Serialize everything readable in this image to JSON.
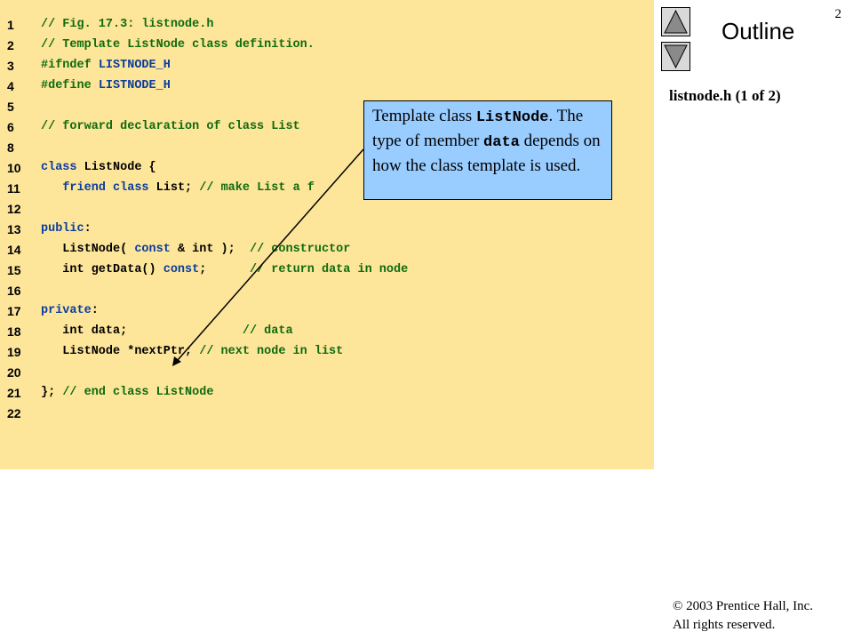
{
  "slide": {
    "number": "2",
    "outline_label": "Outline",
    "file_label": "listnode.h (1 of 2)",
    "copyright_line1": "© 2003 Prentice Hall, Inc.",
    "copyright_line2": "All rights reserved."
  },
  "code": {
    "lines": [
      {
        "n": "1",
        "segments": [
          {
            "t": "// Fig. 17.3: listnode.h",
            "c": "cm"
          }
        ]
      },
      {
        "n": "2",
        "segments": [
          {
            "t": "// Template ListNode class definition.",
            "c": "cm"
          }
        ]
      },
      {
        "n": "3",
        "segments": [
          {
            "t": "#ifndef",
            "c": "cm"
          },
          {
            "t": " LISTNODE_H",
            "c": "kw"
          }
        ]
      },
      {
        "n": "4",
        "segments": [
          {
            "t": "#define",
            "c": "cm"
          },
          {
            "t": " LISTNODE_H",
            "c": "kw"
          }
        ]
      },
      {
        "n": "5",
        "segments": []
      },
      {
        "n": "6",
        "segments": [
          {
            "t": "// forward declaration of class List",
            "c": "cm"
          }
        ]
      },
      {
        "n": "8",
        "segments": []
      },
      {
        "n": "10",
        "segments": [
          {
            "t": "class",
            "c": "kw"
          },
          {
            "t": " ListNode {",
            "c": ""
          }
        ]
      },
      {
        "n": "11",
        "segments": [
          {
            "t": "   ",
            "c": ""
          },
          {
            "t": "friend",
            "c": "kw"
          },
          {
            "t": " ",
            "c": ""
          },
          {
            "t": "class",
            "c": "kw"
          },
          {
            "t": " List; ",
            "c": ""
          },
          {
            "t": "// make List a f",
            "c": "cm"
          }
        ]
      },
      {
        "n": "12",
        "segments": []
      },
      {
        "n": "13",
        "segments": [
          {
            "t": "public",
            "c": "kw"
          },
          {
            "t": ":",
            "c": ""
          }
        ]
      },
      {
        "n": "14",
        "segments": [
          {
            "t": "   ListNode( ",
            "c": ""
          },
          {
            "t": "const",
            "c": "kw"
          },
          {
            "t": " & int );  ",
            "c": ""
          },
          {
            "t": "// constructor",
            "c": "cm"
          }
        ]
      },
      {
        "n": "15",
        "segments": [
          {
            "t": "   int getData() ",
            "c": ""
          },
          {
            "t": "const",
            "c": "kw"
          },
          {
            "t": ";      ",
            "c": ""
          },
          {
            "t": "// return data in node",
            "c": "cm"
          }
        ]
      },
      {
        "n": "16",
        "segments": []
      },
      {
        "n": "17",
        "segments": [
          {
            "t": "private",
            "c": "kw"
          },
          {
            "t": ":",
            "c": ""
          }
        ]
      },
      {
        "n": "18",
        "segments": [
          {
            "t": "   int data;                ",
            "c": ""
          },
          {
            "t": "// data",
            "c": "cm"
          }
        ]
      },
      {
        "n": "19",
        "segments": [
          {
            "t": "   ListNode *nextPtr; ",
            "c": ""
          },
          {
            "t": "// next node in list",
            "c": "cm"
          }
        ]
      },
      {
        "n": "20",
        "segments": []
      },
      {
        "n": "21",
        "segments": [
          {
            "t": "}; ",
            "c": ""
          },
          {
            "t": "// end class ListNode",
            "c": "cm"
          }
        ]
      },
      {
        "n": "22",
        "segments": []
      }
    ]
  },
  "callout": {
    "text1": "Template class ",
    "code1": "ListNode",
    "text2": ". The type of member ",
    "code2": "data",
    "text3": " depends on how the class template is used."
  },
  "colors": {
    "code_background": "#fde59a",
    "keyword": "#0a3d9e",
    "comment": "#0e6b0e",
    "callout_background": "#99ccff",
    "nav_button": "#d9d9d9"
  },
  "icons": {
    "up": "triangle-up-icon",
    "down": "triangle-down-icon"
  }
}
